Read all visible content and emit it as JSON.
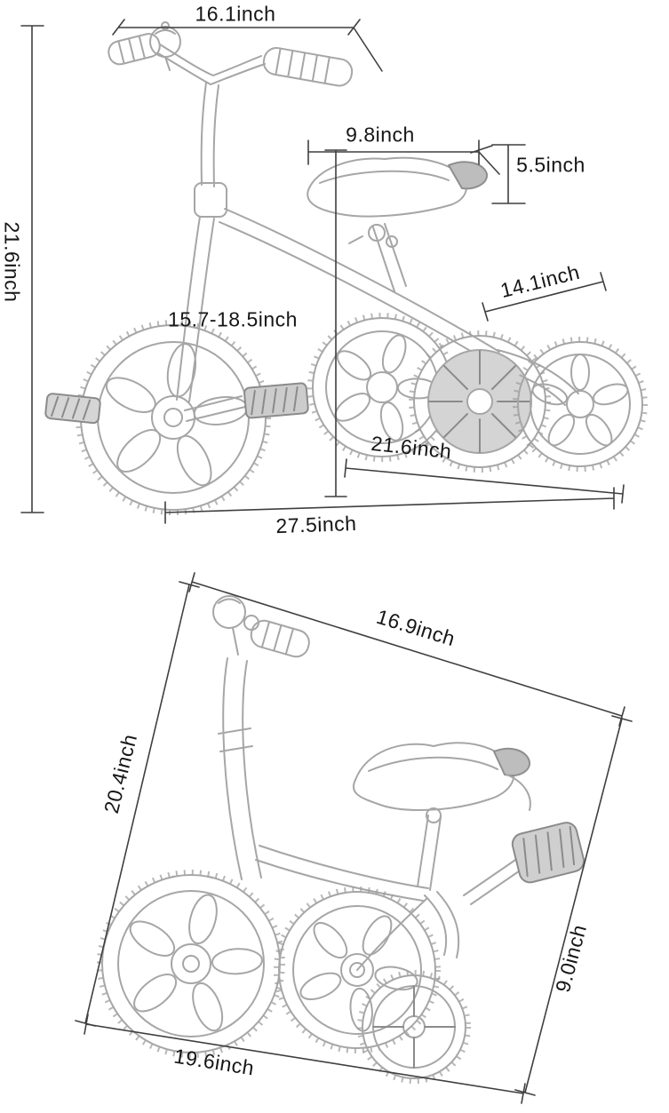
{
  "page": {
    "background": "#ffffff",
    "description": "Kids tricycle size chart: assembled view (top) and folded view (bottom) with dimension annotations"
  },
  "style": {
    "dimension_line_color": "#3f3f3f",
    "sketch_line_color": "#a6a6a6",
    "text_color": "#161616"
  },
  "top_diagram": {
    "name": "assembled-tricycle-dimensions",
    "labels": {
      "handlebar_width": "16.1inch",
      "overall_height": "21.6inch",
      "seat_length": "9.8inch",
      "seat_thickness": "5.5inch",
      "rear_track": "14.1inch",
      "seat_height_range": "15.7-18.5inch",
      "rear_diagonal": "21.6inch",
      "overall_length": "27.5inch"
    }
  },
  "bottom_diagram": {
    "name": "folded-tricycle-dimensions",
    "labels": {
      "top_edge": "16.9inch",
      "left_edge": "20.4inch",
      "right_edge": "9.0inch",
      "bottom_edge": "19.6inch"
    }
  }
}
